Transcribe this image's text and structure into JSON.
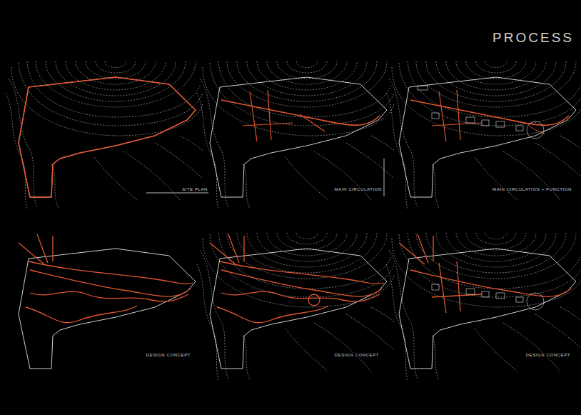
{
  "diagram": {
    "title": "PROCESS",
    "labels": [
      "SITE PLAN",
      "MAIN CIRCULATION",
      "MAIN CIRCULATION + FUNCTION",
      "DESIGN CONCEPT",
      "DESIGN CONCEPT",
      "DESIGN CONCEPT"
    ]
  }
}
